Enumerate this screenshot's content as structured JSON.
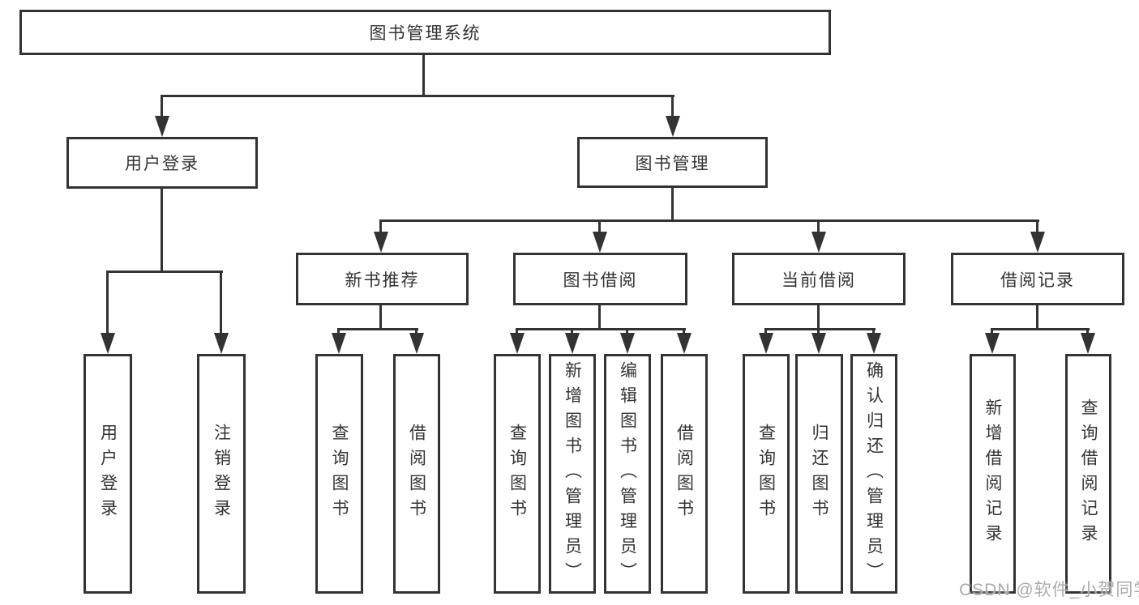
{
  "colors": {
    "background": "#ffffff",
    "line": "#333333",
    "box_border": "#333333",
    "text": "#333333",
    "watermark": "#ababab"
  },
  "tree": {
    "root": {
      "label": "图书管理系统"
    },
    "branches": [
      {
        "label": "用户登录",
        "children": [
          "用户登录",
          "注销登录"
        ]
      },
      {
        "label": "图书管理",
        "groups": [
          {
            "label": "新书推荐",
            "children": [
              "查询图书",
              "借阅图书"
            ]
          },
          {
            "label": "图书借阅",
            "children": [
              "查询图书",
              "新增图书（管理员）",
              "编辑图书（管理员）",
              "借阅图书"
            ]
          },
          {
            "label": "当前借阅",
            "children": [
              "查询图书",
              "归还图书",
              "确认归还（管理员）"
            ]
          },
          {
            "label": "借阅记录",
            "children": [
              "新增借阅记录",
              "查询借阅记录"
            ]
          }
        ]
      }
    ]
  },
  "watermark": {
    "text": "CSDN @软件_小贺同学"
  }
}
